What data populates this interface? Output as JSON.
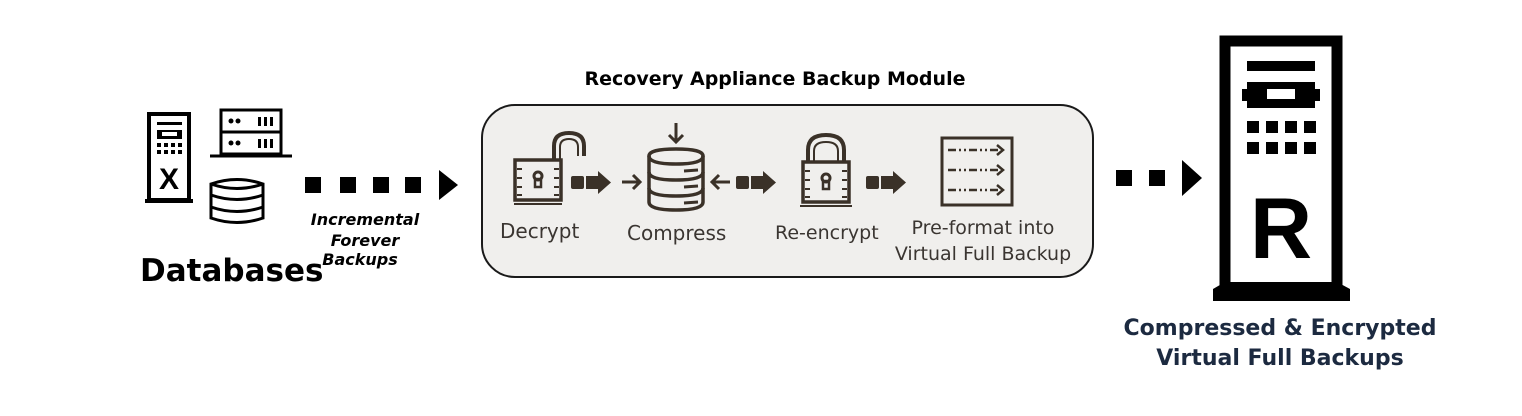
{
  "diagram": {
    "source": {
      "label": "Databases",
      "icons": [
        "server-tower-x-icon",
        "rack-server-icon",
        "database-icon"
      ]
    },
    "flow_1": {
      "label_lines": [
        "Incremental",
        "Forever",
        "Backups"
      ]
    },
    "module": {
      "title": "Recovery Appliance Backup Module",
      "steps": [
        {
          "label": "Decrypt",
          "icon": "unlocked-padlock-icon"
        },
        {
          "label": "Compress",
          "icon": "compress-database-icon"
        },
        {
          "label": "Re-encrypt",
          "icon": "locked-padlock-icon"
        },
        {
          "label_lines": [
            "Pre-format into",
            "Virtual Full Backup"
          ],
          "icon": "formatted-document-icon"
        }
      ]
    },
    "target": {
      "icon": "recovery-appliance-r-icon",
      "letter": "R",
      "label_lines": [
        "Compressed & Encrypted",
        "Virtual Full Backups"
      ]
    },
    "colors": {
      "icon_brown": "#3a3128",
      "module_fill": "#f0efed",
      "target_label": "#1c2a40"
    }
  }
}
